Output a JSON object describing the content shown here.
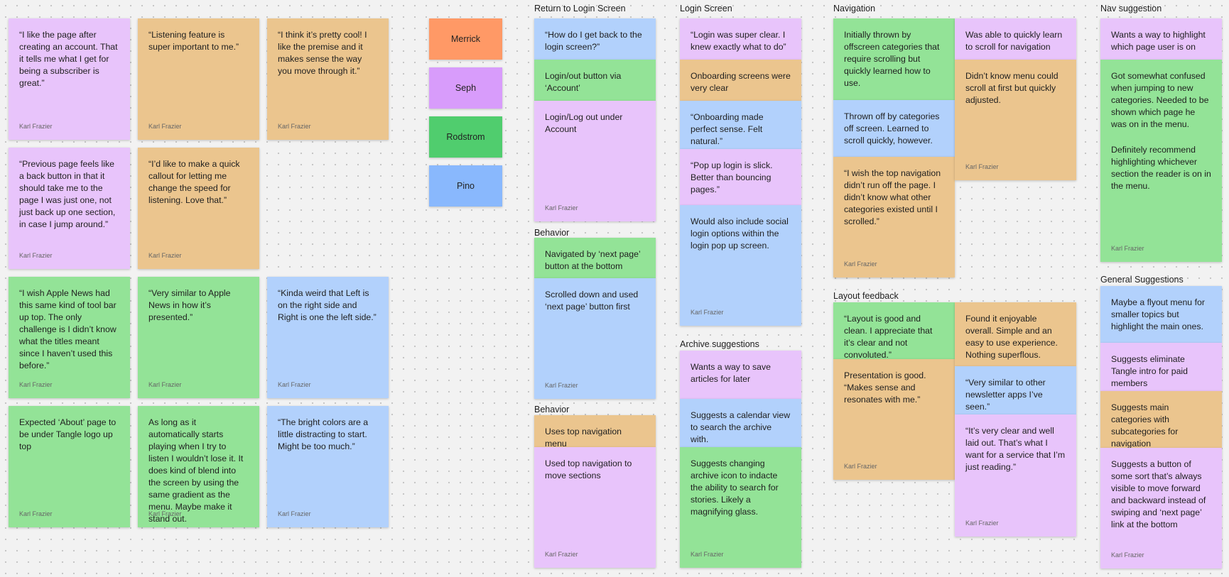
{
  "colors": {
    "purple": "#e8c4fb",
    "orange": "#ebc58e",
    "green": "#93e397",
    "blue": "#b2d1fc",
    "tag_merrick": "#ff9966",
    "tag_seph": "#d89cfb",
    "tag_rodstrom": "#50cd6e",
    "tag_pino": "#89b8fd"
  },
  "author": "Karl Frazier",
  "tags": [
    "Merrick",
    "Seph",
    "Rodstrom",
    "Pino"
  ],
  "sections": {
    "return_login": "Return to Login Screen",
    "behavior1": "Behavior",
    "behavior2": "Behavior",
    "login_screen": "Login Screen",
    "archive": "Archive suggestions",
    "navigation": "Navigation",
    "layout": "Layout feedback",
    "nav_suggestion": "Nav suggestion",
    "general": "General Suggestions"
  },
  "notes": {
    "g1": "“I like the page after creating an account. That it tells me what I get for being a subscriber is great.”",
    "g2": "“Listening feature is super important to me.”",
    "g3": "“I think it’s pretty cool! I like the premise and it makes sense the way you move through it.”",
    "g4": "“Previous page feels like a back button in that it should take me to the page I was just one, not just back up one section, in case I jump around.”",
    "g5": "“I’d like to make a quick callout for letting me change the speed for listening. Love that.”",
    "g6": "“I wish Apple News had this same kind of tool bar up top. The only challenge is I didn’t know what the titles meant since I haven’t used this before.”",
    "g7": "“Very similar to Apple News in how it’s presented.”",
    "g8": "“Kinda weird that Left is on the right side and Right is one the left side.”",
    "g9": "Expected ‘About’ page to be under Tangle logo up top",
    "g10": "As long as it automatically starts playing when I try to listen I wouldn’t lose it. It does kind of blend into the screen by using the same gradient as the menu. Maybe make it stand out.",
    "g11": "“The bright colors are a little distracting to start. Might be too much.”",
    "r1": "“How do I get back to the login screen?”",
    "r2": "Login/out button via ‘Account’",
    "r3": "Login/Log out under Account",
    "b1": "Navigated by ‘next page’ button at the bottom",
    "b2": "Scrolled down and used ‘next page’ button first",
    "b3": "Uses top navigation menu",
    "b4": "Used top navigation to move sections",
    "l1": "“Login was super clear. I knew exactly what to do”",
    "l2": "Onboarding screens were very clear",
    "l3": "“Onboarding made perfect sense. Felt natural.”",
    "l4": "“Pop up login is slick. Better than bouncing pages.”",
    "l5": "Would also include social login options within the login pop up screen.",
    "a1": "Wants a way to save articles for later",
    "a2": "Suggests a calendar view to search the archive with.",
    "a3": "Suggests changing archive icon to indacte the ability to search for stories. Likely a magnifying glass.",
    "n1": "Initially thrown by offscreen categories that require scrolling but quickly learned how to use.",
    "n2": "Thrown off by categories off screen. Learned to scroll quickly, however.",
    "n3": "“I wish the top navigation didn’t run off the page. I didn’t know what other categories existed until I scrolled.”",
    "n4": "Was able to quickly learn to scroll for navigation",
    "n5": "Didn’t know menu could scroll at first but quickly adjusted.",
    "lf1": "“Layout is good and clean. I appreciate that it’s clear and not convoluted.”",
    "lf2": "Presentation is good. “Makes sense and resonates with me.”",
    "lf3": "Found it enjoyable overall. Simple and an easy to use experience. Nothing superflous.",
    "lf4": "“Very similar to other newsletter apps I’ve seen.”",
    "lf5": "“It’s very clear and well laid out. That’s what I want for a service that I’m just reading.”",
    "ns1": "Wants a way to highlight which page user is on",
    "ns2": "Got somewhat confused when jumping to new categories. Needed to be shown which page he was on in the menu.",
    "ns3": "Definitely recommend highlighting whichever section the reader is on in the menu.",
    "gs1": "Maybe a flyout menu for smaller topics but highlight the main ones.",
    "gs2": "Suggests eliminate Tangle intro for paid members",
    "gs3": "Suggests main categories with subcategories for navigation",
    "gs4": "Suggests a button of some sort that’s always visible to move forward and backward instead of swiping and ‘next page’ link at the bottom"
  }
}
